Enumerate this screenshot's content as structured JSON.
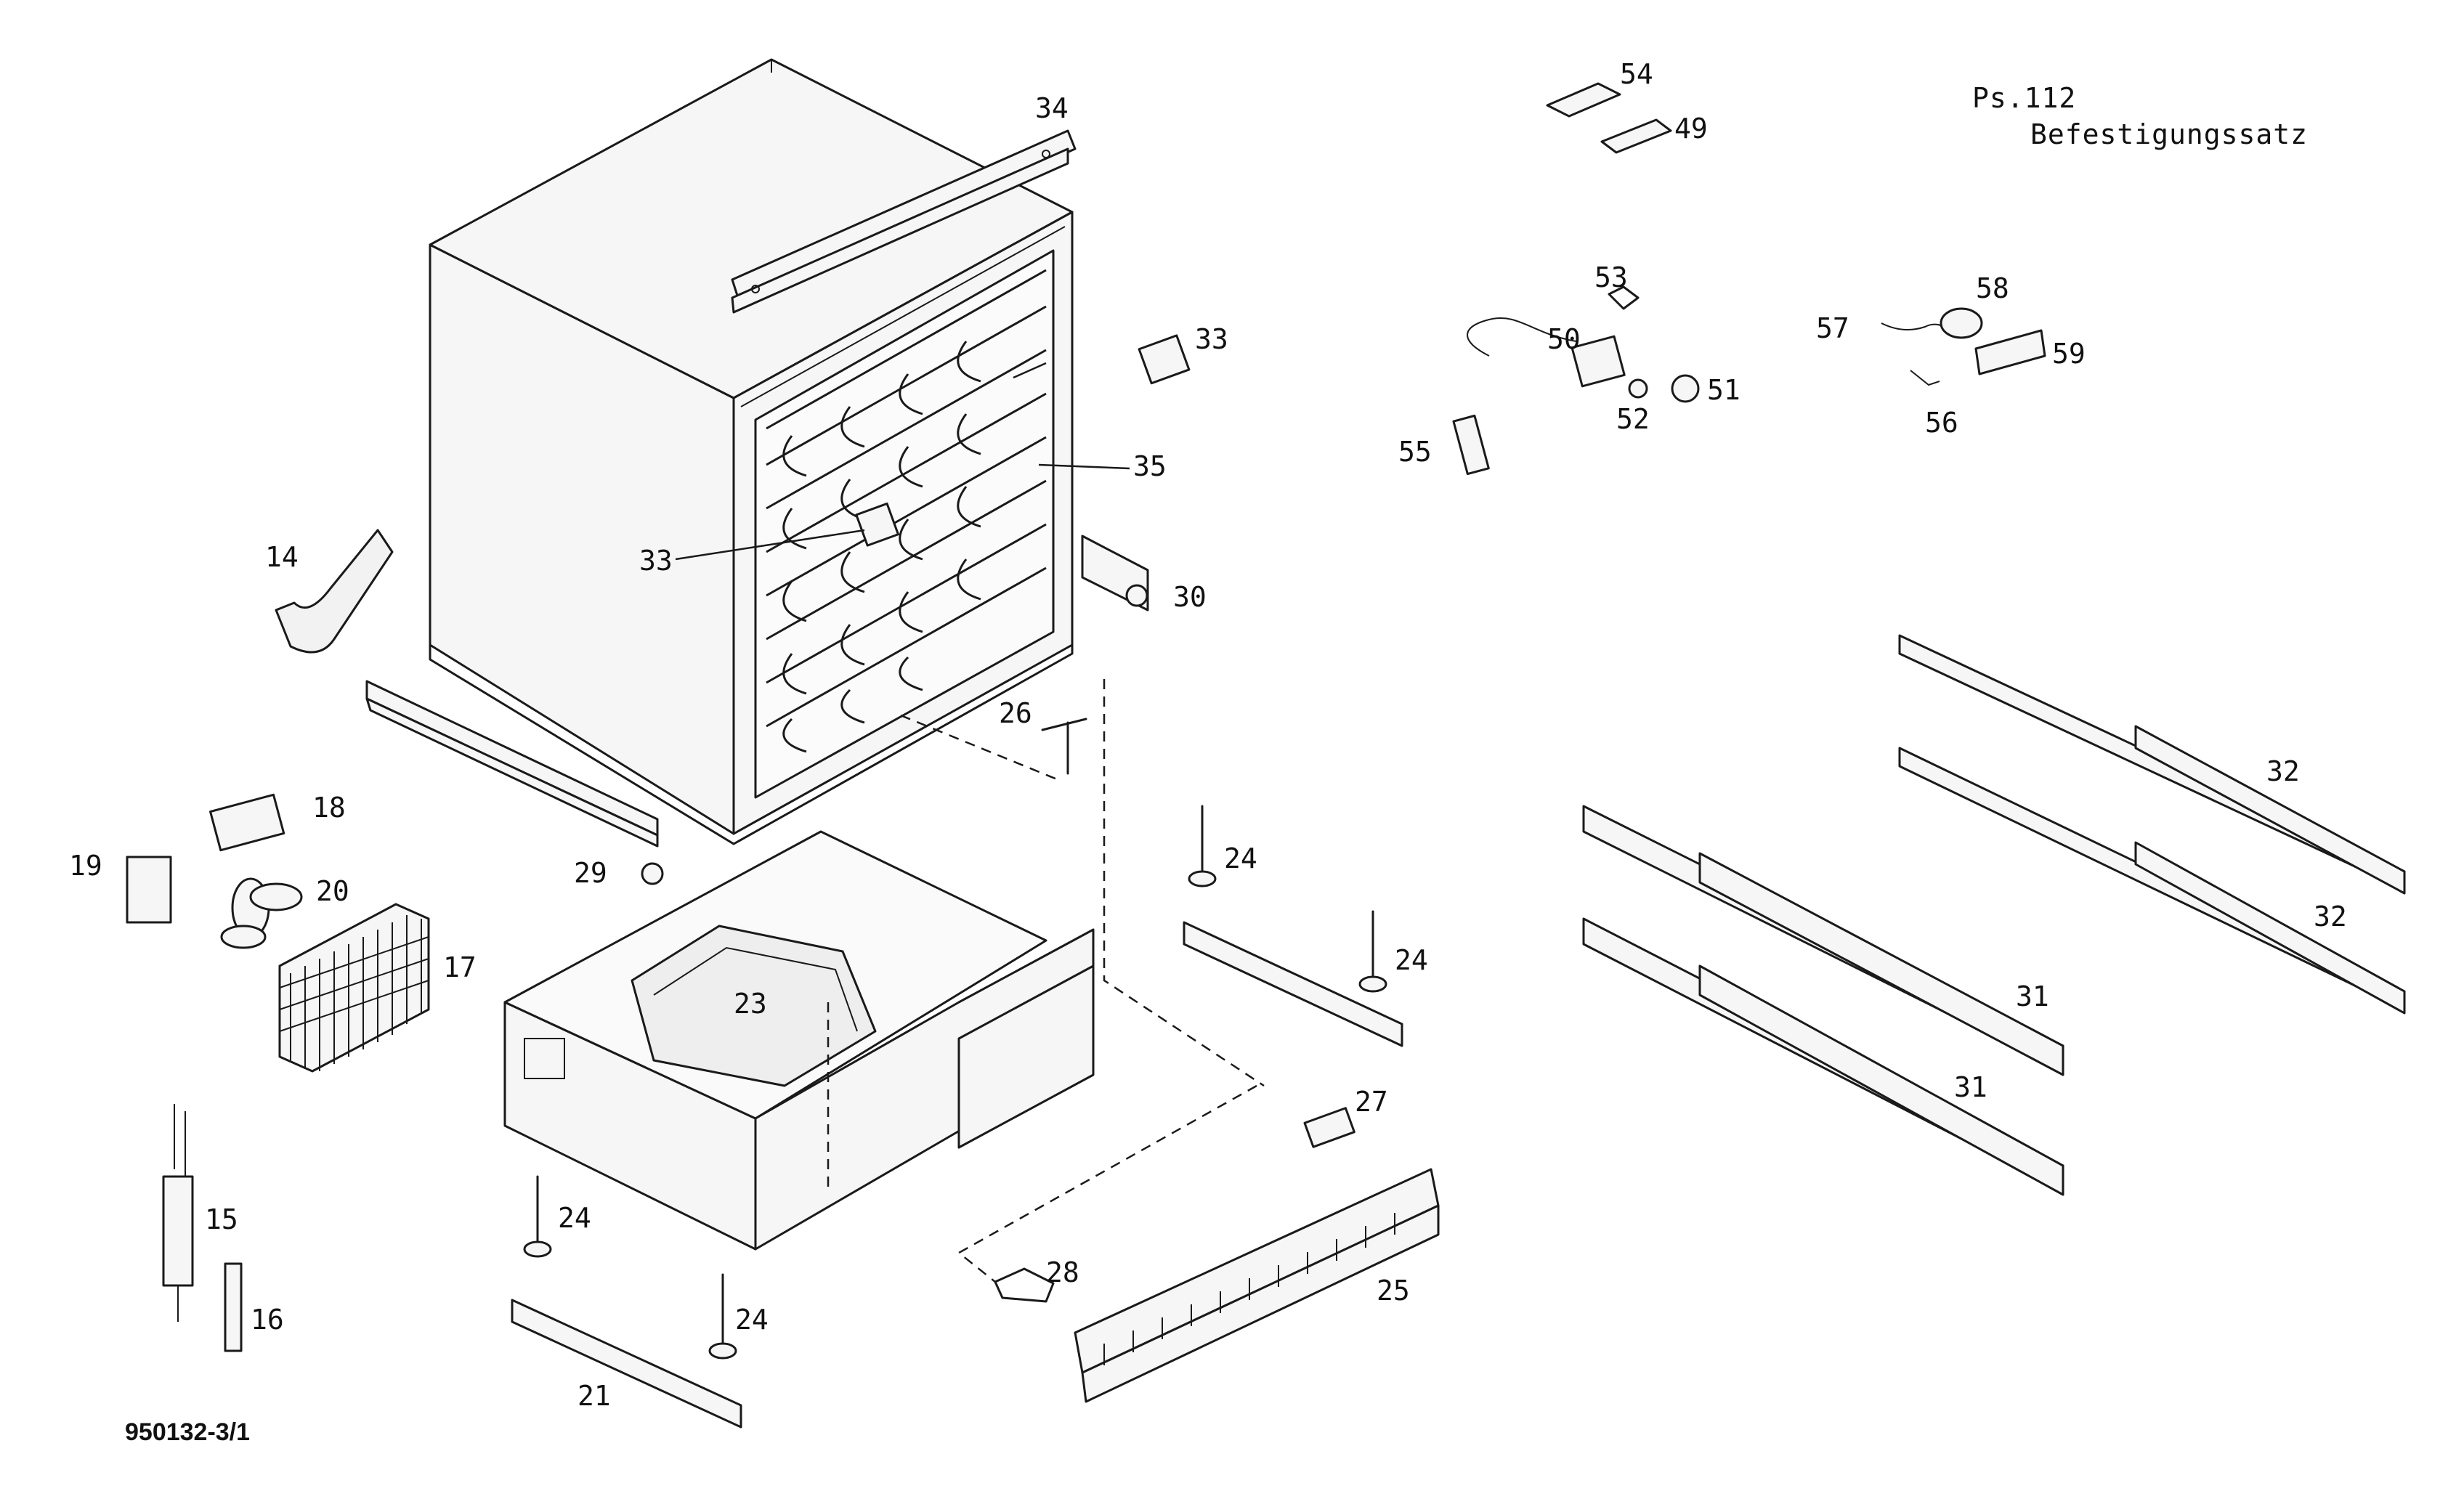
{
  "header": {
    "page_ref": "Ps.112",
    "subtitle": "Befestigungssatz"
  },
  "footer": {
    "doc_id": "950132-3/1"
  },
  "callouts": {
    "c14": "14",
    "c15": "15",
    "c16": "16",
    "c17": "17",
    "c18": "18",
    "c19": "19",
    "c20": "20",
    "c21": "21",
    "c23": "23",
    "c24a": "24",
    "c24b": "24",
    "c24c": "24",
    "c24d": "24",
    "c25": "25",
    "c26": "26",
    "c27": "27",
    "c28": "28",
    "c29": "29",
    "c30": "30",
    "c31a": "31",
    "c31b": "31",
    "c32a": "32",
    "c32b": "32",
    "c33a": "33",
    "c33b": "33",
    "c34": "34",
    "c35": "35",
    "c49": "49",
    "c50": "50",
    "c51": "51",
    "c52": "52",
    "c53": "53",
    "c54": "54",
    "c55": "55",
    "c56": "56",
    "c57": "57",
    "c58": "58",
    "c59": "59"
  }
}
